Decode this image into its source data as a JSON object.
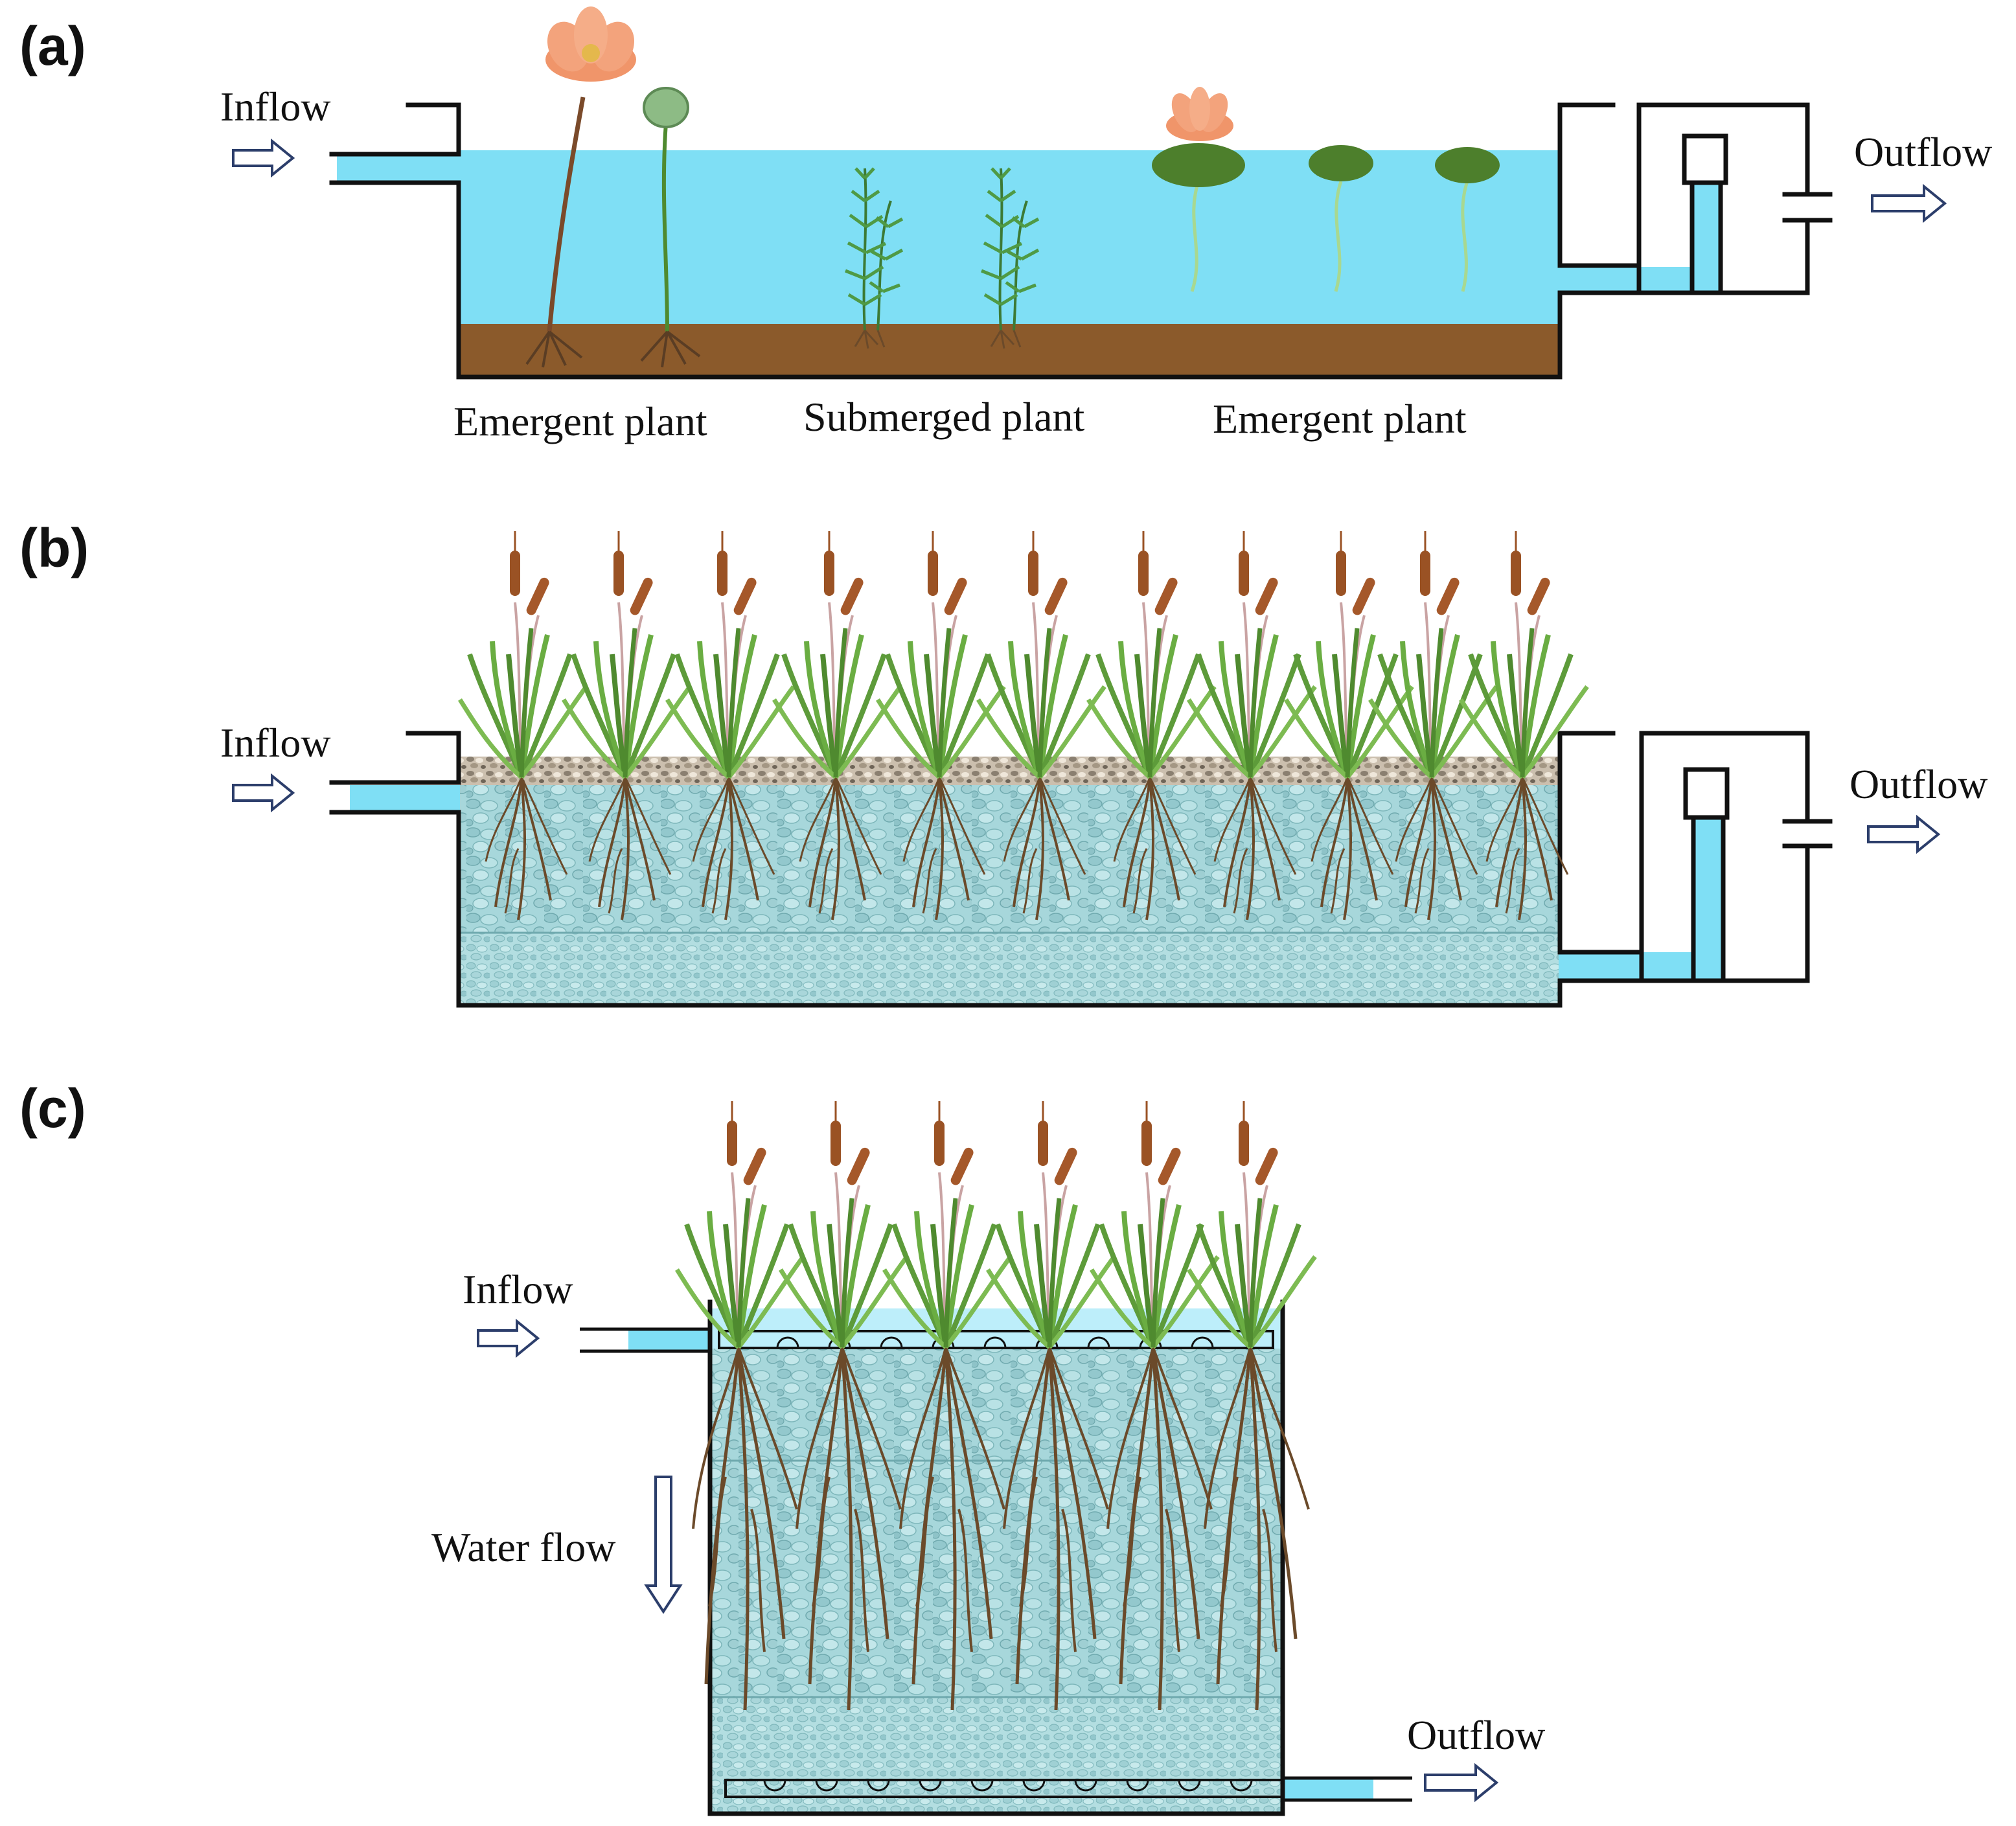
{
  "panels": {
    "a": {
      "label": "(a)",
      "inflow": "Inflow",
      "outflow": "Outflow",
      "plant_labels": [
        "Emergent plant",
        "Submerged plant",
        "Emergent plant"
      ]
    },
    "b": {
      "label": "(b)",
      "inflow": "Inflow",
      "outflow": "Outflow"
    },
    "c": {
      "label": "(c)",
      "inflow": "Inflow",
      "outflow": "Outflow",
      "water_flow": "Water flow"
    }
  },
  "colors": {
    "water": "#7fdff5",
    "soil": "#8b5a2b",
    "gravel": "#a9d8dc",
    "reed_leaf": "#5d9b3a",
    "cattail": "#9a5224",
    "lotus_flower": "#f0956a",
    "lily_pad": "#4d7f2c"
  }
}
